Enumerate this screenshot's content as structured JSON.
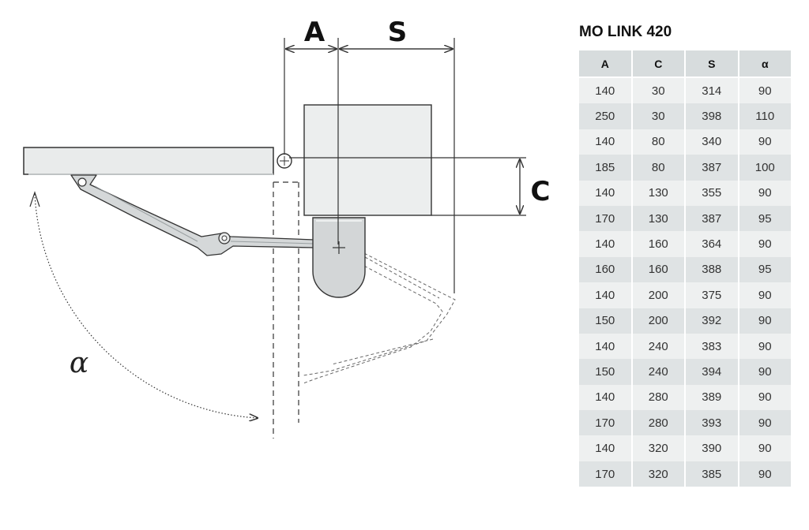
{
  "diagram": {
    "dimension_labels": {
      "a": "A",
      "s": "S",
      "c": "C",
      "alpha": "α"
    }
  },
  "table": {
    "title": "MO LINK 420",
    "headers": [
      "A",
      "C",
      "S",
      "α"
    ],
    "rows": [
      [
        "140",
        "30",
        "314",
        "90"
      ],
      [
        "250",
        "30",
        "398",
        "110"
      ],
      [
        "140",
        "80",
        "340",
        "90"
      ],
      [
        "185",
        "80",
        "387",
        "100"
      ],
      [
        "140",
        "130",
        "355",
        "90"
      ],
      [
        "170",
        "130",
        "387",
        "95"
      ],
      [
        "140",
        "160",
        "364",
        "90"
      ],
      [
        "160",
        "160",
        "388",
        "95"
      ],
      [
        "140",
        "200",
        "375",
        "90"
      ],
      [
        "150",
        "200",
        "392",
        "90"
      ],
      [
        "140",
        "240",
        "383",
        "90"
      ],
      [
        "150",
        "240",
        "394",
        "90"
      ],
      [
        "140",
        "280",
        "389",
        "90"
      ],
      [
        "170",
        "280",
        "393",
        "90"
      ],
      [
        "140",
        "320",
        "390",
        "90"
      ],
      [
        "170",
        "320",
        "385",
        "90"
      ]
    ]
  }
}
